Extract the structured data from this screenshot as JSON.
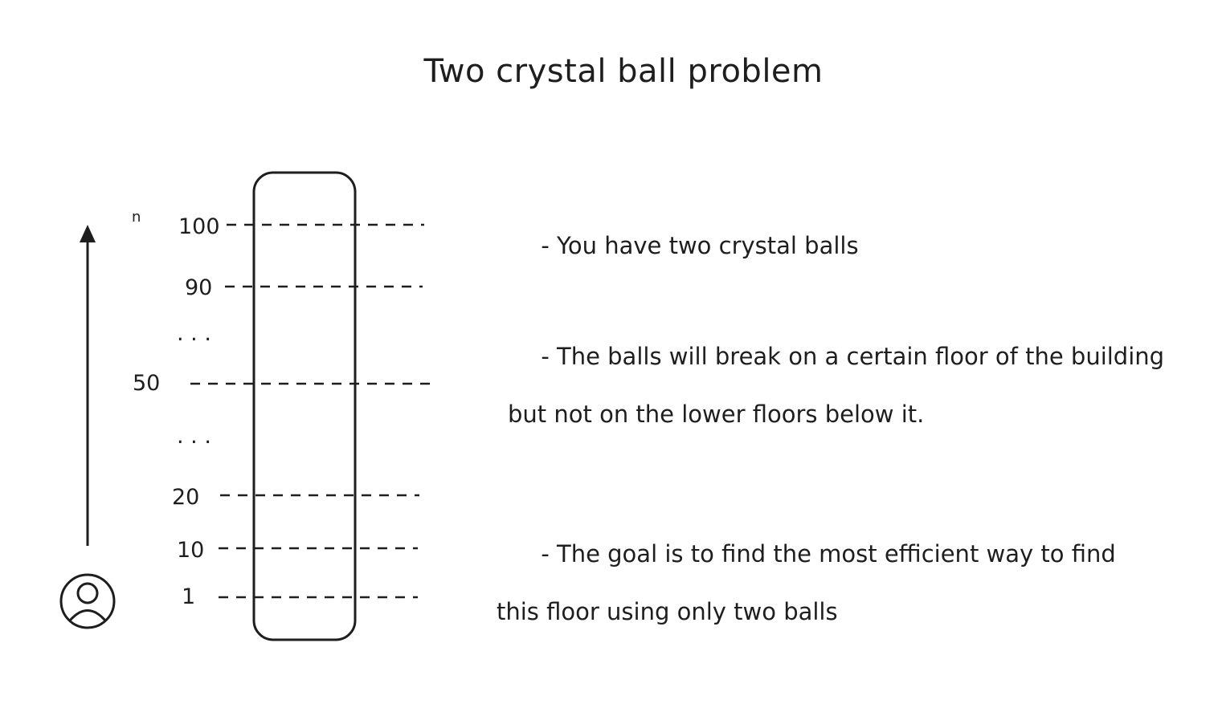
{
  "title": "Two crystal ball problem",
  "axis": {
    "label": "n"
  },
  "floors": [
    {
      "label": "100"
    },
    {
      "label": "90"
    },
    {
      "label": ". . ."
    },
    {
      "label": "50"
    },
    {
      "label": ". . ."
    },
    {
      "label": "20"
    },
    {
      "label": "10"
    },
    {
      "label": "1"
    }
  ],
  "notes": [
    {
      "line1": "- You have two crystal balls",
      "line2": ""
    },
    {
      "line1": "- The balls will break on a certain floor of the building",
      "line2": "but not on the lower floors below it."
    },
    {
      "line1": "- The goal is to find the most efficient way to find",
      "line2": "this floor using only two balls"
    }
  ],
  "icons": {
    "person": "user-circle-icon",
    "arrow": "arrow-up-icon"
  }
}
